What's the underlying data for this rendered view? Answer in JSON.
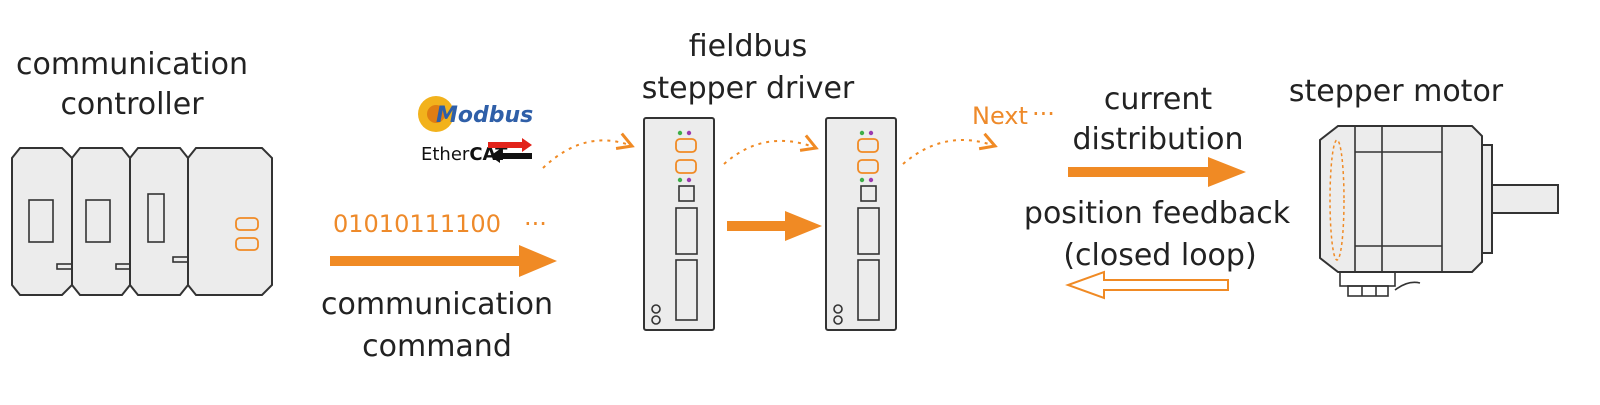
{
  "labels": {
    "controller": [
      "communication",
      "controller"
    ],
    "command": [
      "communication",
      "command"
    ],
    "bits": "01010111100",
    "ellipsis": "···",
    "driver": [
      "fieldbus",
      "stepper driver"
    ],
    "next": "Next",
    "next_dots": "···",
    "current": [
      "current",
      "distribution"
    ],
    "feedback": [
      "position feedback",
      "(closed loop)"
    ],
    "motor": "stepper motor"
  },
  "logos": {
    "modbus": "Modbus",
    "ethercat_plain": "Ether",
    "ethercat_bold": "CAT"
  },
  "colors": {
    "accent": "#f08a24",
    "accent_text": "#ee8a2a",
    "outline": "#333333",
    "device_fill": "#ececec",
    "ethercat_red": "#e2231a",
    "modbus_blue": "#2f5fa8",
    "modbus_gold": "#f2b21c"
  }
}
